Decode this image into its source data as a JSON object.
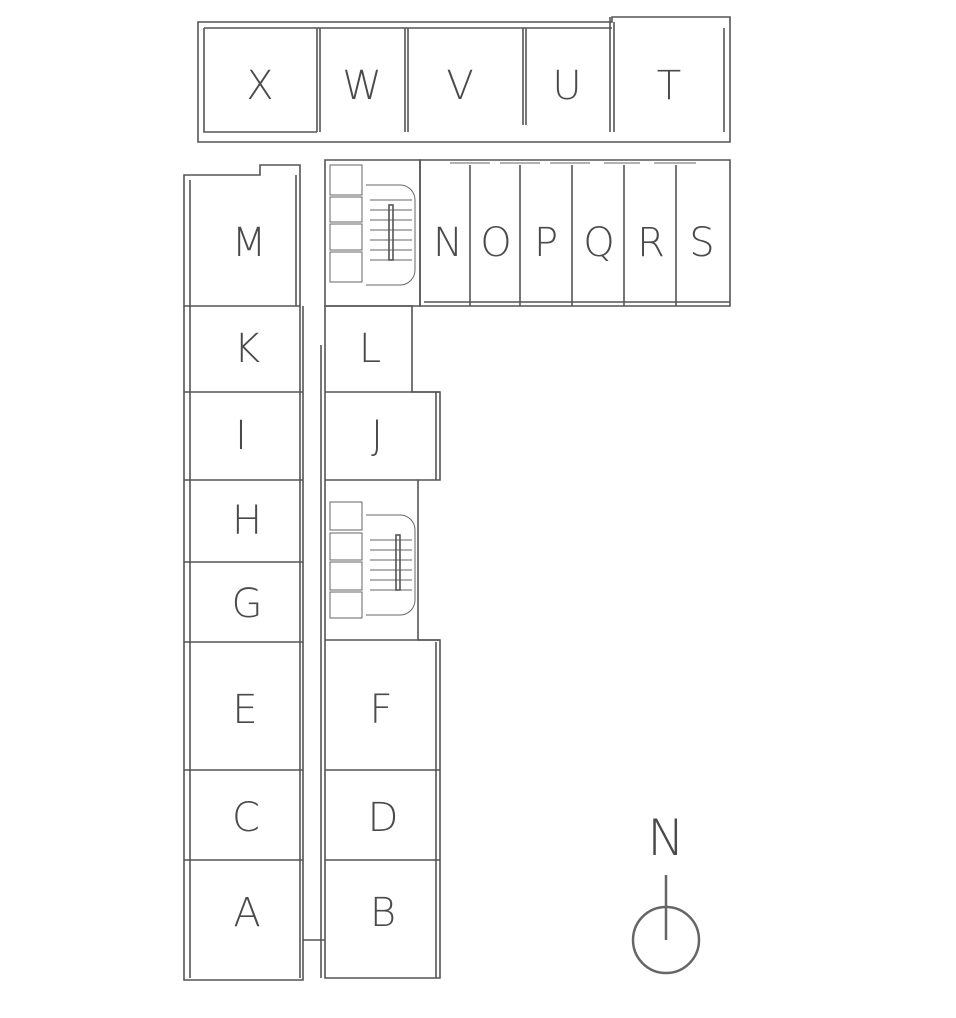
{
  "rooms": {
    "X": "X",
    "W": "W",
    "V": "V",
    "U": "U",
    "T": "T",
    "M": "M",
    "N": "N",
    "O": "O",
    "P": "P",
    "Q": "Q",
    "R": "R",
    "S": "S",
    "K": "K",
    "L": "L",
    "I": "I",
    "J": "J",
    "H": "H",
    "G": "G",
    "E": "E",
    "F": "F",
    "C": "C",
    "D": "D",
    "A": "A",
    "B": "B"
  },
  "compass": {
    "label": "N"
  },
  "colors": {
    "wall": "#555555",
    "text": "#4a4a4a"
  }
}
